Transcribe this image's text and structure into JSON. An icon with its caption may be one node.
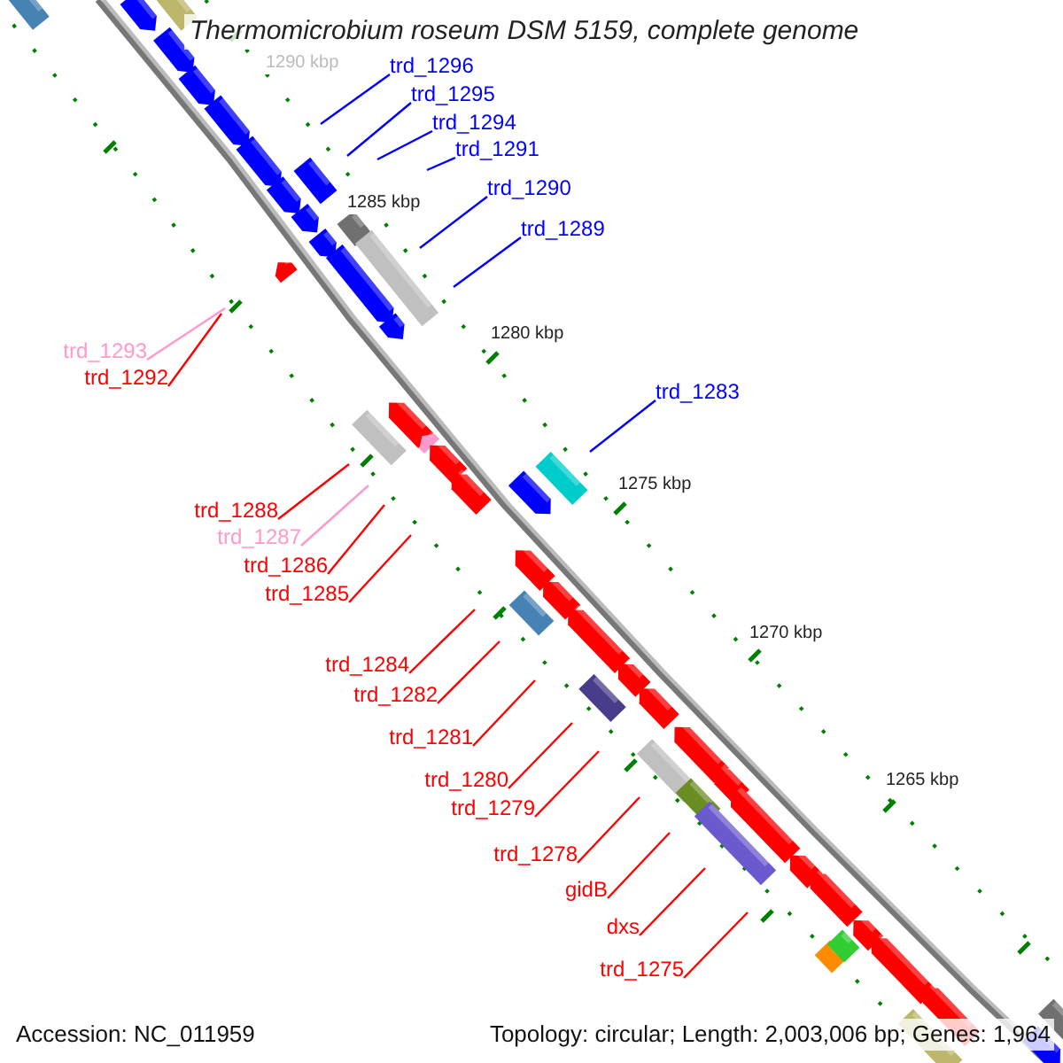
{
  "diagram": {
    "title": "Thermomicrobium roseum DSM 5159, complete genome",
    "nodes": [
      {
        "text": [
          "trd_1296"
        ]
      },
      {
        "text": [
          "trd_1295"
        ]
      },
      {
        "text": [
          "trd_1294"
        ]
      },
      {
        "text": [
          "trd_1291"
        ]
      },
      {
        "text": [
          "trd_1290"
        ]
      },
      {
        "text": [
          "trd_1289"
        ]
      },
      {
        "text": [
          "trd_1293"
        ]
      },
      {
        "text": [
          "trd_1292"
        ]
      },
      {
        "text": [
          "trd_1283"
        ]
      },
      {
        "text": [
          "trd_1288"
        ]
      },
      {
        "text": [
          "trd_1287"
        ]
      },
      {
        "text": [
          "trd_1286"
        ]
      },
      {
        "text": [
          "trd_1285"
        ]
      },
      {
        "text": [
          "trd_1284"
        ]
      },
      {
        "text": [
          "trd_1282"
        ]
      },
      {
        "text": [
          "trd_1281"
        ]
      },
      {
        "text": [
          "trd_1280"
        ]
      },
      {
        "text": [
          "trd_1279"
        ]
      },
      {
        "text": [
          "trd_1278"
        ]
      },
      {
        "text": [
          "gidB"
        ]
      },
      {
        "text": [
          "dxs"
        ]
      },
      {
        "text": [
          "trd_1275"
        ]
      }
    ],
    "edges": [
      {
        "from": 0,
        "to": null,
        "arrow": "none",
        "color": "#0000ff"
      },
      {
        "from": 1,
        "to": null,
        "arrow": "none",
        "color": "#0000ff"
      },
      {
        "from": 2,
        "to": null,
        "arrow": "none",
        "color": "#0000ff"
      },
      {
        "from": 3,
        "to": null,
        "arrow": "none",
        "color": "#0000ff"
      },
      {
        "from": 4,
        "to": null,
        "arrow": "none",
        "color": "#0000ff"
      },
      {
        "from": 5,
        "to": null,
        "arrow": "none",
        "color": "#0000ff"
      },
      {
        "from": 6,
        "to": null,
        "arrow": "none",
        "color": "#ff99cc"
      },
      {
        "from": 7,
        "to": null,
        "arrow": "none"
      },
      {
        "from": 8,
        "to": null,
        "arrow": "none",
        "color": "#0000ff"
      },
      {
        "from": 9,
        "to": null,
        "arrow": "none"
      },
      {
        "from": 10,
        "to": null,
        "arrow": "none",
        "color": "#ff99cc"
      },
      {
        "from": 11,
        "to": null,
        "arrow": "none"
      },
      {
        "from": 12,
        "to": null,
        "arrow": "none"
      },
      {
        "from": 13,
        "to": null,
        "arrow": "none"
      },
      {
        "from": 14,
        "to": null,
        "arrow": "none"
      },
      {
        "from": 15,
        "to": null,
        "arrow": "none"
      },
      {
        "from": 16,
        "to": null,
        "arrow": "none"
      },
      {
        "from": 17,
        "to": null,
        "arrow": "none"
      },
      {
        "from": 18,
        "to": null,
        "arrow": "none"
      },
      {
        "from": 19,
        "to": null,
        "arrow": "none"
      },
      {
        "from": 20,
        "to": null,
        "arrow": "none"
      },
      {
        "from": 21,
        "to": null,
        "arrow": "none"
      }
    ],
    "labels": [
      "1290 kbp",
      "1285 kbp",
      "1280 kbp",
      "1275 kbp",
      "1270 kbp",
      "1265 kbp",
      "Accession: NC_011959",
      "Topology: circular; Length: 2,003,006 bp; Genes: 1,964"
    ]
  }
}
